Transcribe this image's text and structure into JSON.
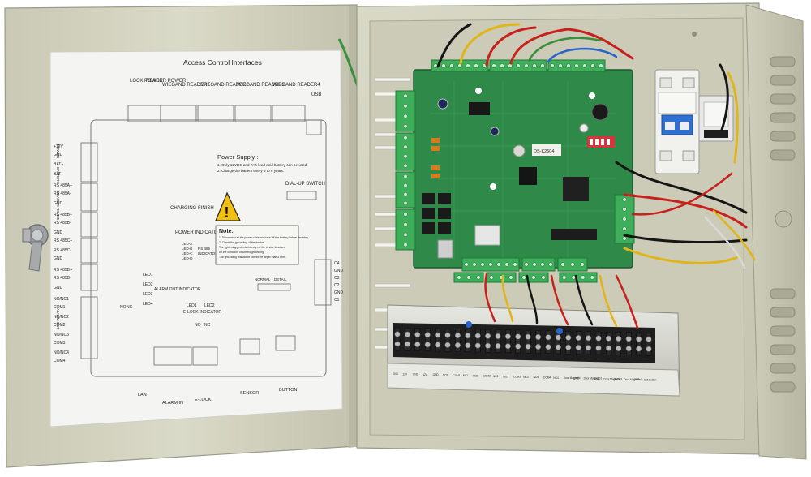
{
  "colors": {
    "enclosure": "#d4d4c2",
    "enclosure_dark": "#b9b9a6",
    "interior": "#c8c8b5",
    "pcb": "#2f8a4a",
    "terminal_green": "#3fae5a",
    "terminal_strip": "#1e1e1e",
    "breaker_blue": "#2f6fd0",
    "wire_red": "#c8201c",
    "wire_yellow": "#e0b51a",
    "wire_black": "#151515",
    "wire_green": "#3a8f3a",
    "paper": "#f4f4f2"
  },
  "sheet": {
    "title": "Access Control Interfaces",
    "top_groups": [
      "LOCK POWER",
      "READER POWER",
      "WIEGAND READER1",
      "WIEGAND READER2",
      "WIEGAND READER3",
      "WIEGAND READER4",
      "USB"
    ],
    "left_pins": [
      "+12V",
      "GND",
      "BAT+",
      "BAT-",
      "RS 485A+",
      "RS 485A-",
      "GND",
      "RS 485B+",
      "RS 485B-",
      "GND",
      "RS 485C+",
      "RS 485C-",
      "GND",
      "RS 485D+",
      "RS 485D-",
      "GND",
      "NO/NC1",
      "COM1",
      "NO/NC2",
      "COM2",
      "NO/NC3",
      "COM3",
      "NO/NC4",
      "COM4"
    ],
    "left_groups": [
      "POWER",
      "BATTERY",
      "READER RS-485",
      "ALARM OUT"
    ],
    "right_pins": [
      "C4",
      "GND",
      "C3",
      "C2",
      "GND",
      "C1"
    ],
    "power_supply_title": "Power Supply :",
    "power_supply_lines": [
      "1. Only 12VDC and 7Ah lead acid battery can be used.",
      "2. Charge the battery every 3 to 6 years."
    ],
    "dial_up_switch": "DIAL-UP SWITCH",
    "charging": "CHARGING FINISH",
    "power_indicator": "POWER INDICATOR",
    "rs485_indicator": [
      "LED-A",
      "LED-B",
      "LED-C",
      "LED-D",
      "RS 485",
      "INDICATOR"
    ],
    "note_title": "Note:",
    "note_lines": [
      "1. Disconnect all the power cable and take off the battery before cleaning.",
      "2. Check the grounding of the device.",
      "The lightening-protected design of the device functions",
      "on the condition of correct grounding.",
      "The grounding resistance cannot be larger than 4 ohm."
    ],
    "leds": [
      "LED1",
      "LED2",
      "LED3",
      "LED4"
    ],
    "alarm_out_indicator": "ALARM OUT INDICATOR",
    "elock_indicator": "E-LOCK INDICATOR",
    "elock_leds": [
      "LED1",
      "LED2"
    ],
    "no_nc": [
      "NO",
      "NC"
    ],
    "bottom_groups": [
      "LAN",
      "ALARM IN",
      "E-LOCK",
      "SENSOR",
      "BUTTON"
    ],
    "normal": "NORMAL",
    "detail": "DETAIL"
  },
  "pcb": {
    "label": "DS-K2604"
  },
  "terminal_strip": {
    "labels": [
      "GND",
      "12V",
      "GND",
      "12V",
      "GND",
      "NO1",
      "COM1",
      "NC1",
      "NO2",
      "COM2",
      "NC2",
      "NO3",
      "COM3",
      "NC3",
      "NO4",
      "COM4",
      "NC4",
      "Door Magnetic1",
      "GND",
      "Door Magnetic2",
      "GND",
      "Door Magnetic3",
      "GND",
      "Door Magnetic4",
      "GND",
      "Exit Button"
    ]
  }
}
